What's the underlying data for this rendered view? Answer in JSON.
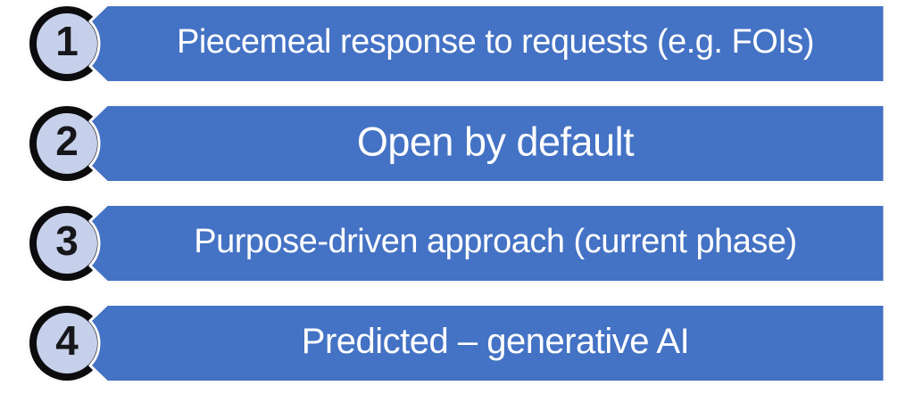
{
  "diagram": {
    "title": "Numbered list of open-data approaches",
    "background": "#ffffff",
    "banner_color": "#4472C4",
    "outline_color": "#FBFBFB",
    "circle_fill": "#C6D0EA",
    "ring_color": "#0C0C0E",
    "number_color": "#17171B",
    "label_color": "#FFFFFF",
    "items": [
      {
        "number": "1",
        "label": "Piecemeal response to requests (e.g. FOIs)"
      },
      {
        "number": "2",
        "label": "Open by default"
      },
      {
        "number": "3",
        "label": "Purpose-driven approach (current phase)"
      },
      {
        "number": "4",
        "label": "Predicted – generative AI"
      }
    ]
  }
}
